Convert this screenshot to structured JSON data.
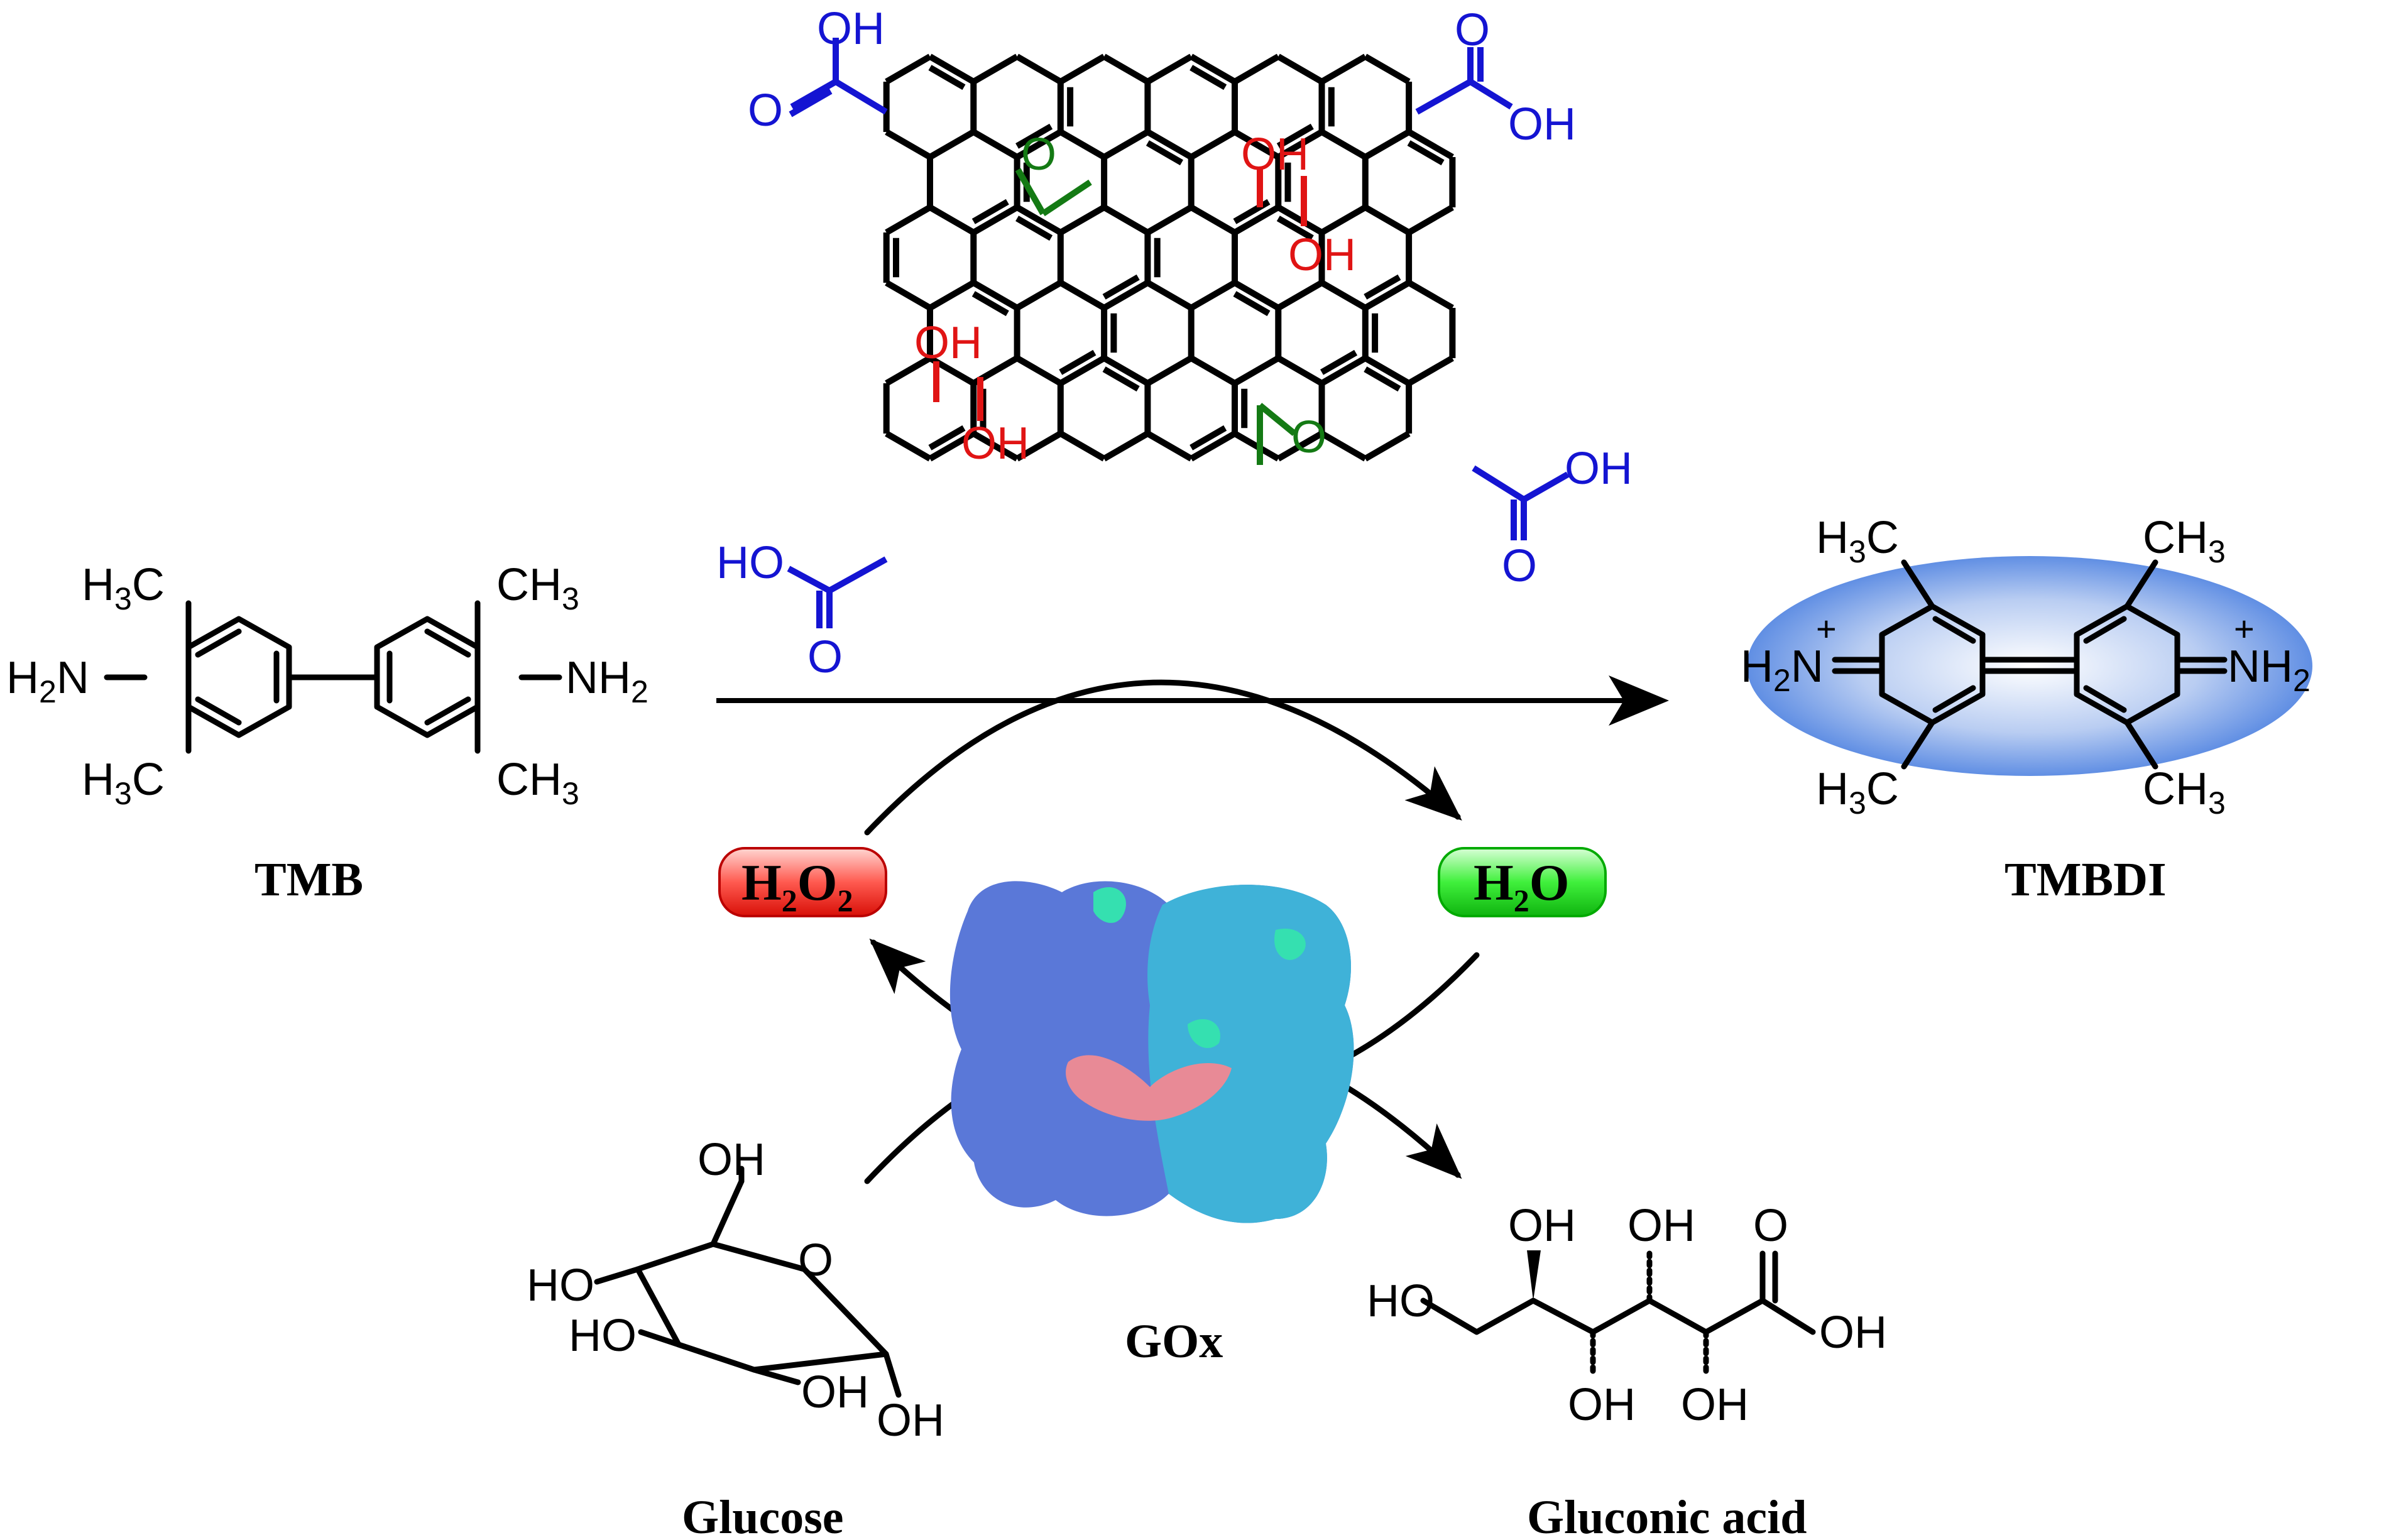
{
  "labels": {
    "tmb": "TMB",
    "tmbdi": "TMBDI",
    "gox": "GOx",
    "glucose": "Glucose",
    "gluconic_acid": "Gluconic acid"
  },
  "badges": {
    "h2o2": {
      "main": "H",
      "sub1": "2",
      "mid": "O",
      "sub2": "2",
      "color": "#e8201a"
    },
    "h2o": {
      "main": "H",
      "sub1": "2",
      "mid": "O",
      "color": "#1ed61e"
    }
  },
  "atoms": {
    "h3c": "H",
    "three": "3",
    "c": "C",
    "ch": "CH",
    "h2n_h": "H",
    "two": "2",
    "n": "N",
    "nh": "NH",
    "plus": "+",
    "oh": "OH",
    "ho": "HO",
    "o": "O"
  },
  "colors": {
    "carboxyl": "#1414d2",
    "hydroxyl": "#e01414",
    "epoxide": "#147a14",
    "tmbdi_glow": "#4a7fe0",
    "enzyme_chain_a": "#5a78d8",
    "enzyme_chain_b": "#3fb2d8",
    "enzyme_cofactor": "#e88a96"
  }
}
